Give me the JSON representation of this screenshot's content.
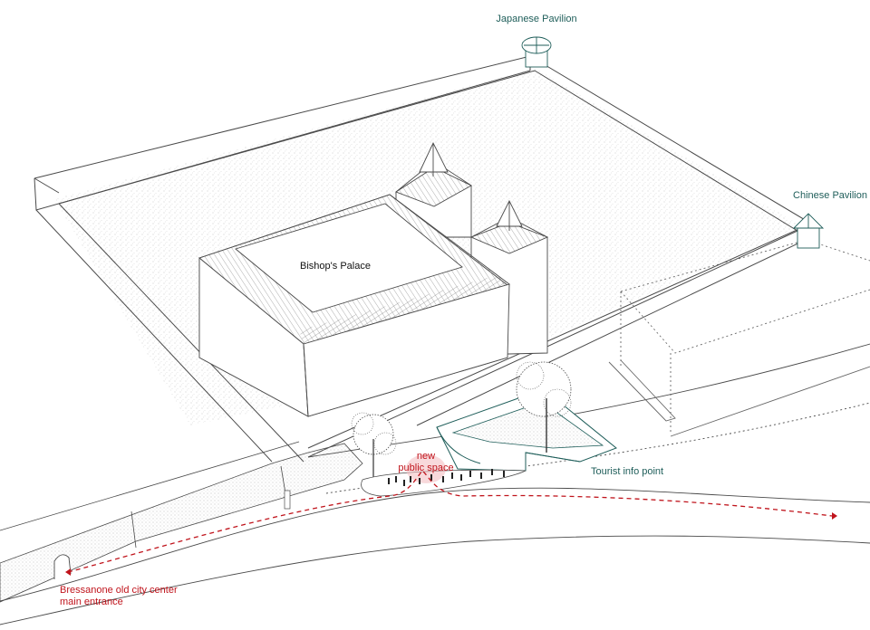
{
  "labels": {
    "japanese_pavilion": "Japanese Pavilion",
    "chinese_pavilion": "Chinese Pavilion",
    "bishops_palace": "Bishop's Palace",
    "new_public_space_line1": "new",
    "new_public_space_line2": "public space",
    "tourist_info_point": "Tourist info point",
    "entrance_line1": "Bressanone old city center",
    "entrance_line2": "main entrance"
  },
  "colors": {
    "line": "#4a4a4a",
    "annotation_teal": "#1f5e5a",
    "route_red": "#c0141c",
    "highlight_pink": "#f3b9bd",
    "stipple": "#b8b8b8"
  },
  "icons": {
    "japanese_pavilion": "octagonal-pavilion-icon",
    "chinese_pavilion": "octagonal-pavilion-icon",
    "trees": "tree-icon",
    "people": "person-icon",
    "route_arrow": "arrow-head-icon"
  }
}
